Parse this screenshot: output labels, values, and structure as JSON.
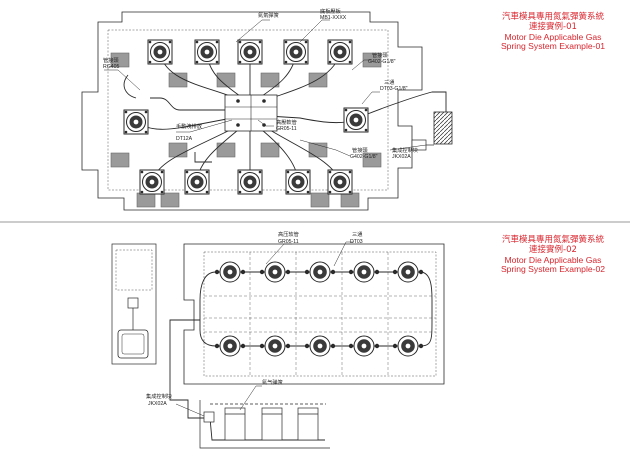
{
  "example1": {
    "caption": {
      "zh_line1": "汽車模具專用氮氣彈簧系統",
      "zh_line2": "連接實例-01",
      "en_line1": "Motor Die Applicable Gas",
      "en_line2": "Spring System Example-01"
    },
    "labels": {
      "gas_spring": "氮氣彈簧",
      "pressure_plate": "底板壓板",
      "pressure_plate_code": "MB1-XXXX",
      "fitting_left": "管接頭",
      "fitting_left_code": "RG405",
      "fitting_right": "管接頭",
      "fitting_right_code": "G402-G1/8\"",
      "tee": "三通",
      "tee_code": "DT03-G1/8\"",
      "hand_valve": "手動洩排放",
      "hand_valve_code": "DT12A",
      "hose": "高壓軟管",
      "hose_code": "GR05-11",
      "fitting_bottom": "管接頭",
      "fitting_bottom_code": "G402-G1/8\"",
      "control_block": "集成控制块",
      "control_block_code": "JKX02A"
    }
  },
  "example2": {
    "caption": {
      "zh_line1": "汽車模具專用氮氣彈簧系統",
      "zh_line2": "連接實例-02",
      "en_line1": "Motor Die Applicable Gas",
      "en_line2": "Spring System Example-02"
    },
    "labels": {
      "hose": "高压软管",
      "hose_code": "GR05-11",
      "tee": "三通",
      "tee_code": "DT03",
      "gas_spring": "氮气弹簧",
      "control_block": "集成控制块",
      "control_block_code": "JKX02A"
    }
  },
  "colors": {
    "caption": "#d8262e",
    "line": "#2a2a2a",
    "divider": "#9a9a9a"
  }
}
